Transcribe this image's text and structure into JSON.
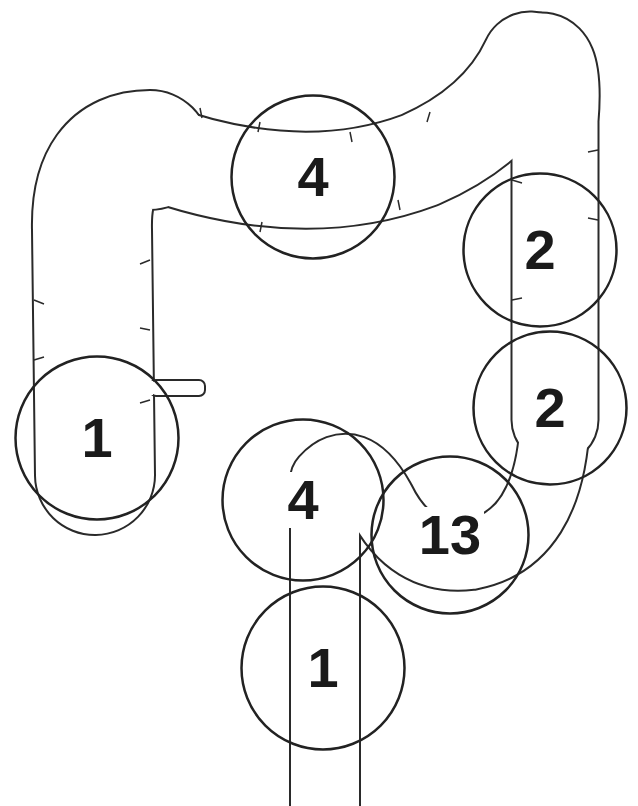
{
  "diagram": {
    "nodes": [
      {
        "text": [
          "4"
        ]
      },
      {
        "text": [
          "2"
        ]
      },
      {
        "text": [
          "2"
        ]
      },
      {
        "text": [
          "1"
        ]
      },
      {
        "text": [
          "4"
        ]
      },
      {
        "text": [
          "13"
        ]
      },
      {
        "text": [
          "1"
        ]
      }
    ]
  }
}
